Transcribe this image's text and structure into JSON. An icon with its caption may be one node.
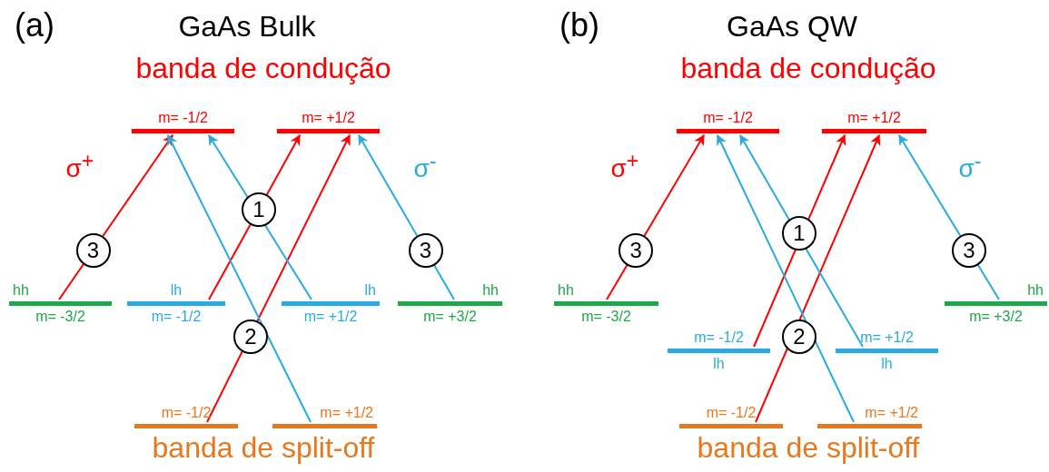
{
  "diagram": {
    "nodes": [
      {
        "text": [
          "m= -1/2"
        ]
      },
      {
        "text": [
          "m= +1/2"
        ]
      },
      {
        "text": [
          "hh",
          "m= -3/2"
        ]
      },
      {
        "text": [
          "lh",
          "m= -1/2"
        ]
      },
      {
        "text": [
          "lh",
          "m= +1/2"
        ]
      },
      {
        "text": [
          "hh",
          "m= +3/2"
        ]
      },
      {
        "text": [
          "m= -1/2"
        ]
      },
      {
        "text": [
          "m= +1/2"
        ]
      },
      {
        "text": [
          "m= -1/2"
        ]
      },
      {
        "text": [
          "m= +1/2"
        ]
      },
      {
        "text": [
          "hh",
          "m= -3/2"
        ]
      },
      {
        "text": [
          "m= -1/2",
          "lh"
        ]
      },
      {
        "text": [
          "m= +1/2",
          "lh"
        ]
      },
      {
        "text": [
          "hh",
          "m= +3/2"
        ]
      },
      {
        "text": [
          "m= -1/2"
        ]
      },
      {
        "text": [
          "m= +1/2"
        ]
      }
    ],
    "edges": [
      {
        "from": 2,
        "to": 0,
        "arrow": "to",
        "label": "3",
        "color": "#ff0000"
      },
      {
        "from": 3,
        "to": 1,
        "arrow": "to",
        "color": "#ff0000"
      },
      {
        "from": 6,
        "to": 1,
        "arrow": "to",
        "color": "#ff0000"
      },
      {
        "from": 5,
        "to": 1,
        "arrow": "to",
        "label": "3",
        "color": "#29abe2"
      },
      {
        "from": 4,
        "to": 0,
        "arrow": "to",
        "color": "#29abe2"
      },
      {
        "from": 7,
        "to": 0,
        "arrow": "to",
        "color": "#29abe2"
      },
      {
        "from": 10,
        "to": 8,
        "arrow": "to",
        "label": "3",
        "color": "#ff0000"
      },
      {
        "from": 11,
        "to": 9,
        "arrow": "to",
        "color": "#ff0000"
      },
      {
        "from": 14,
        "to": 9,
        "arrow": "to",
        "color": "#ff0000"
      },
      {
        "from": 13,
        "to": 9,
        "arrow": "to",
        "label": "3",
        "color": "#29abe2"
      },
      {
        "from": 12,
        "to": 8,
        "arrow": "to",
        "color": "#29abe2"
      },
      {
        "from": 15,
        "to": 8,
        "arrow": "to",
        "color": "#29abe2"
      }
    ],
    "labels": [
      "(a)",
      "GaAs Bulk",
      "banda de condução",
      "σ$^{+}$",
      "σ$^{-}$",
      "1",
      "2",
      "banda de split-off",
      "(b)",
      "GaAs QW",
      "banda de condução",
      "σ$^{+}$",
      "σ$^{-}$",
      "1",
      "2",
      "banda de split-off"
    ]
  }
}
